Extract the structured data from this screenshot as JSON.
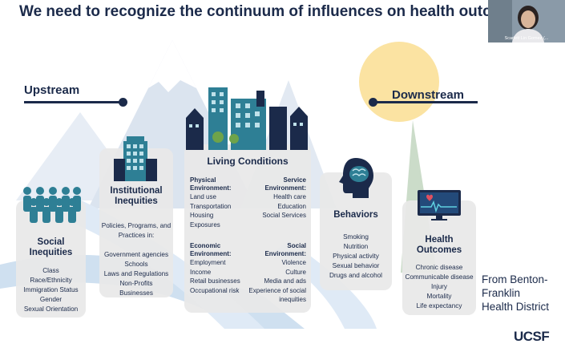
{
  "title": "We need to recognize the continuum of influences on health outcomes",
  "upstream_label": "Upstream",
  "downstream_label": "Downstream",
  "video": {
    "participant_name": "Scarlett Lin Gomez (..."
  },
  "source_lines": [
    "From Benton-",
    "Franklin",
    "Health District"
  ],
  "logo_text": "UCSF",
  "cards": {
    "social": {
      "title_lines": [
        "Social",
        "Inequities"
      ],
      "items": [
        "Class",
        "Race/Ethnicity",
        "Immigration Status",
        "Gender",
        "Sexual Orientation"
      ]
    },
    "institutional": {
      "title_lines": [
        "Institutional",
        "Inequities"
      ],
      "intro_lines": [
        "Policies, Programs, and",
        "Practices in:"
      ],
      "items": [
        "Government agencies",
        "Schools",
        "Laws and Regulations",
        "Non-Profits",
        "Businesses"
      ]
    },
    "living": {
      "title": "Living Conditions",
      "physical": {
        "heading_lines": [
          "Physical",
          "Environment:"
        ],
        "items": [
          "Land use",
          "Transportation",
          "Housing",
          "Exposures"
        ]
      },
      "service": {
        "heading_lines": [
          "Service",
          "Environment:"
        ],
        "items": [
          "Health care",
          "Education",
          "Social Services"
        ]
      },
      "economic": {
        "heading_lines": [
          "Economic",
          "Environment:"
        ],
        "items": [
          "Employment",
          "Income",
          "Retail businesses",
          "Occupational risk"
        ]
      },
      "social_env": {
        "heading_lines": [
          "Social",
          "Environment:"
        ],
        "items": [
          "Violence",
          "Culture",
          "Media and ads",
          "Experience of social",
          "inequities"
        ]
      }
    },
    "behaviors": {
      "title": "Behaviors",
      "items": [
        "Smoking",
        "Nutrition",
        "Physical activity",
        "Sexual behavior",
        "Drugs and alcohol"
      ]
    },
    "health": {
      "title_lines": [
        "Health",
        "Outcomes"
      ],
      "items": [
        "Chronic disease",
        "Communicable disease",
        "Injury",
        "Mortality",
        "Life expectancy"
      ]
    }
  },
  "colors": {
    "navy": "#1b2a4a",
    "teal": "#2e7f95",
    "sun": "#f7d57a",
    "mountain": "#dbe4ef",
    "river": "#b9d3e9"
  }
}
